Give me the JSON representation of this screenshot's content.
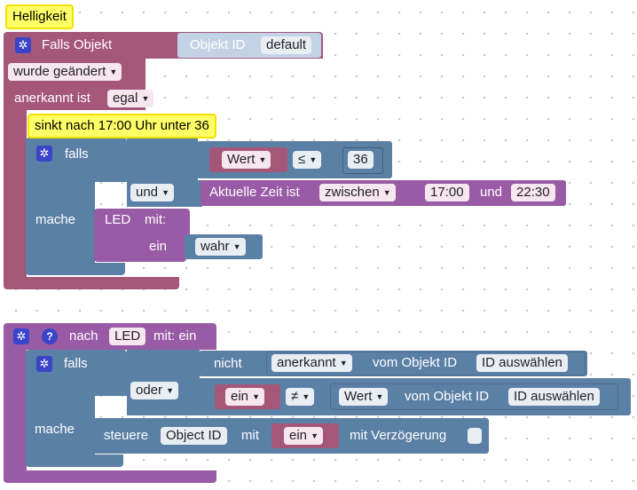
{
  "block1": {
    "comment": "Helligkeit",
    "title": "Falls Objekt",
    "objekt_id_label": "Objekt ID",
    "objekt_id_value": "default",
    "changed": "wurde geändert",
    "ack_label": "anerkannt ist",
    "ack_value": "egal",
    "inner_comment": "sinkt nach 17:00 Uhr unter 36",
    "falls": "falls",
    "wert": "Wert",
    "op": "≤",
    "threshold": "36",
    "und": "und",
    "time_label": "Aktuelle Zeit ist",
    "time_mode": "zwischen",
    "time_from": "17:00",
    "time_and": "und",
    "time_to": "22:30",
    "mache": "mache",
    "led": "LED",
    "mit": "mit:",
    "ein": "ein",
    "wahr": "wahr"
  },
  "block2": {
    "title_pre": "nach",
    "title_name": "LED",
    "title_post": "mit: ein",
    "falls": "falls",
    "nicht": "nicht",
    "anerkannt": "anerkannt",
    "vom_objekt_id": "vom Objekt ID",
    "id_select": "ID auswählen",
    "oder": "oder",
    "ein": "ein",
    "neq": "≠",
    "wert": "Wert",
    "vom_objekt_id2": "vom Objekt ID",
    "id_select2": "ID auswählen",
    "mache": "mache",
    "steuere": "steuere",
    "object_id": "Object ID",
    "mit": "mit",
    "value": "ein",
    "delay": "mit Verzögerung"
  },
  "colors": {
    "event": "#a5577a",
    "logic": "#5b80a5",
    "function": "#995ba5",
    "comment": "#ffff66"
  },
  "icons": [
    "gear-icon",
    "help-icon",
    "dropdown-arrow-icon"
  ]
}
